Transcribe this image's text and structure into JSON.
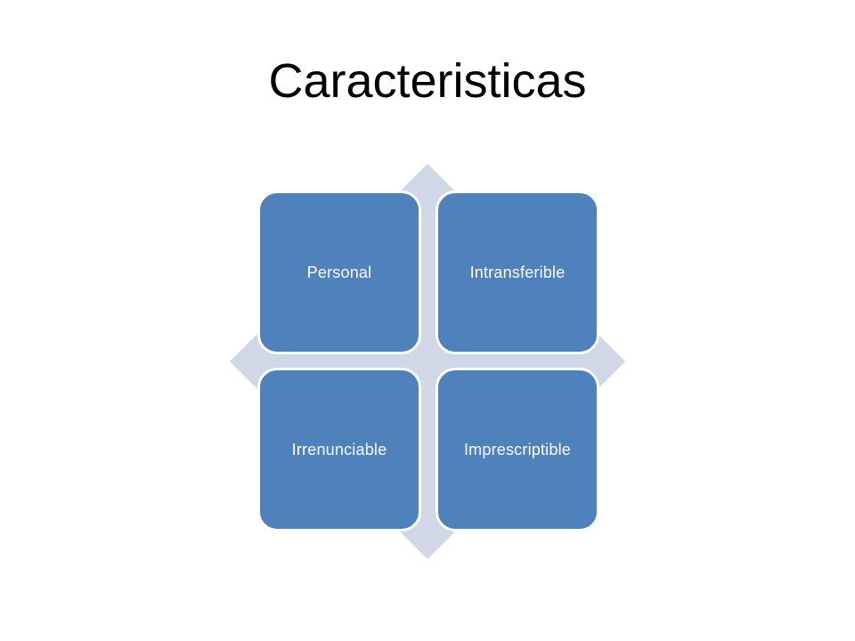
{
  "slide": {
    "title": "Caracteristicas"
  },
  "diagram": {
    "items": [
      {
        "label": "Personal"
      },
      {
        "label": "Intransferible"
      },
      {
        "label": "Irrenunciable"
      },
      {
        "label": "Imprescriptible"
      }
    ]
  },
  "colors": {
    "box_fill": "#4f81bd",
    "box_border": "#ffffff",
    "diamond_fill": "#d0d8e8",
    "background": "#ffffff",
    "text": "#ffffff",
    "title_text": "#000000"
  }
}
